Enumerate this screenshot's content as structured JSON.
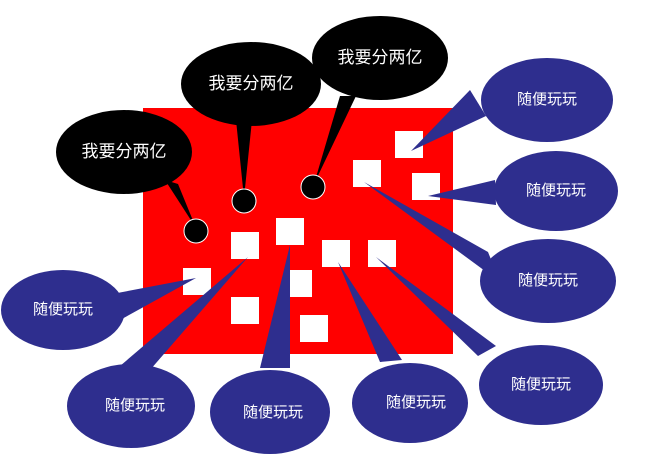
{
  "colors": {
    "board": "#ff0000",
    "square": "#ffffff",
    "dark_bubble": "#000000",
    "blue_bubble": "#2e2e8e",
    "text": "#ffffff"
  },
  "dark_bubbles": [
    {
      "label": "我要分两亿"
    },
    {
      "label": "我要分两亿"
    },
    {
      "label": "我要分两亿"
    }
  ],
  "blue_bubbles": [
    {
      "label": "随便玩玩"
    },
    {
      "label": "随便玩玩"
    },
    {
      "label": "随便玩玩"
    },
    {
      "label": "随便玩玩"
    },
    {
      "label": "随便玩玩"
    },
    {
      "label": "随便玩玩"
    },
    {
      "label": "随便玩玩"
    },
    {
      "label": "随便玩玩"
    }
  ]
}
